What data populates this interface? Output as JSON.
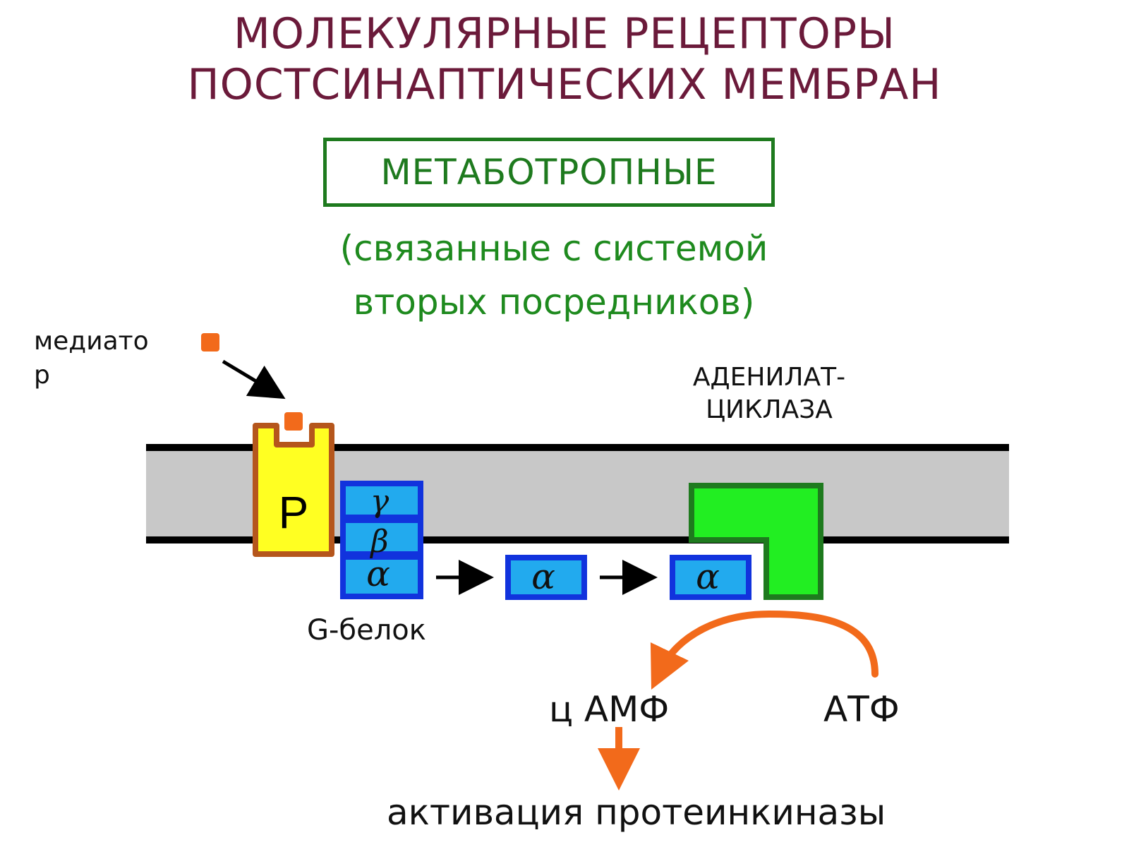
{
  "title": {
    "line1": "МОЛЕКУЛЯРНЫЕ РЕЦЕПТОРЫ",
    "line2": "ПОСТСИНАПТИЧЕСКИХ МЕМБРАН"
  },
  "type_box": {
    "label": "МЕТАБОТРОПНЫЕ"
  },
  "subtitle": {
    "line1": "(связанные с системой",
    "line2": "вторых посредников)"
  },
  "labels": {
    "mediator": "медиатор",
    "adenylate_cyclase": "АДЕНИЛАТ-\nЦИКЛАЗА",
    "receptor": "Р",
    "g_protein": "G-белок",
    "camp": "ц АМФ",
    "atp": "АТФ",
    "result": "активация протеинкиназы"
  },
  "subunits": {
    "gamma": "γ",
    "beta": "β",
    "alpha": "α"
  },
  "colors": {
    "title": "#6b1a3a",
    "green_text": "#1e8a1e",
    "mediator": "#f26a1b",
    "receptor_fill": "#ffff22",
    "receptor_border": "#b5561c",
    "subunit_fill": "#22aaee",
    "subunit_border": "#1133dd",
    "cyclase_fill": "#22ee22",
    "cyclase_border": "#1e7a1e",
    "membrane": "#c8c8c8"
  }
}
